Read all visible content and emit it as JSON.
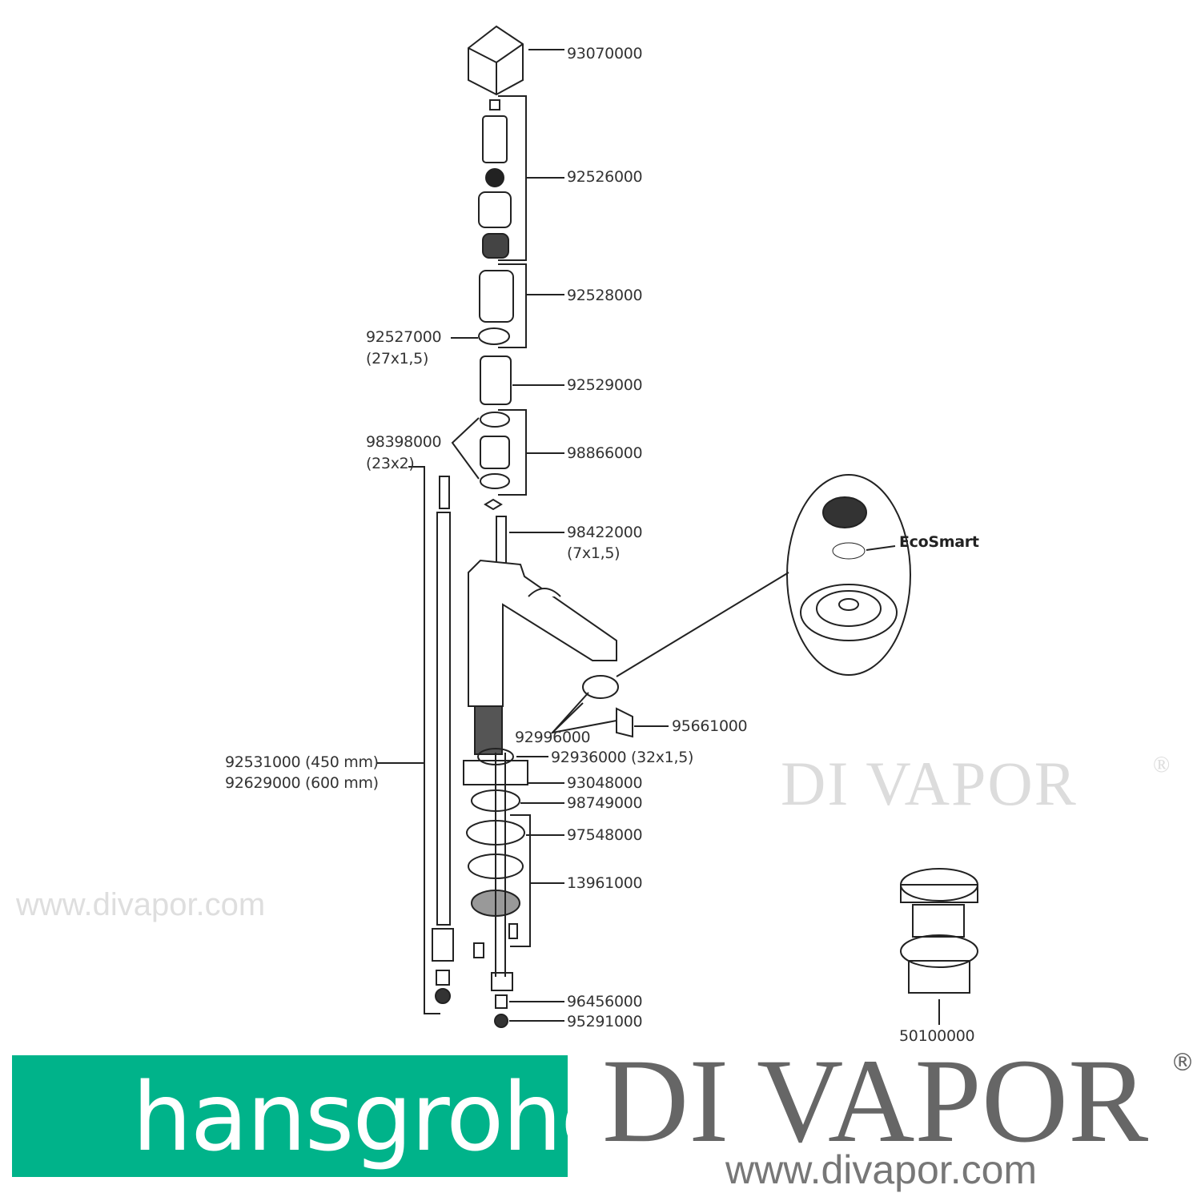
{
  "watermark": {
    "brand": "DI VAPOR",
    "registered": "®",
    "url": "www.divapor.com"
  },
  "parts": {
    "p93070000": "93070000",
    "p92526000": "92526000",
    "p92528000": "92528000",
    "p92527000": "92527000",
    "p92527000_size": "(27x1,5)",
    "p92529000": "92529000",
    "p98398000": "98398000",
    "p98398000_size": "(23x2)",
    "p98866000": "98866000",
    "p98422000": "98422000",
    "p98422000_size": "(7x1,5)",
    "ecosmart": "EcoSmart",
    "p95661000": "95661000",
    "p92996000": "92996000",
    "p92936000": "92936000 (32x1,5)",
    "p92531000": "92531000 (450 mm)",
    "p92629000": "92629000 (600 mm)",
    "p93048000": "93048000",
    "p98749000": "98749000",
    "p97548000": "97548000",
    "p13961000": "13961000",
    "p96456000": "96456000",
    "p95291000": "95291000",
    "p50100000": "50100000"
  },
  "footer": {
    "hansgrohe": "hansgrohe",
    "divapor": "DI VAPOR",
    "registered": "®",
    "url": "www.divapor.com"
  },
  "colors": {
    "hansgrohe_green": "#00b38a",
    "divapor_grey": "#666666"
  }
}
